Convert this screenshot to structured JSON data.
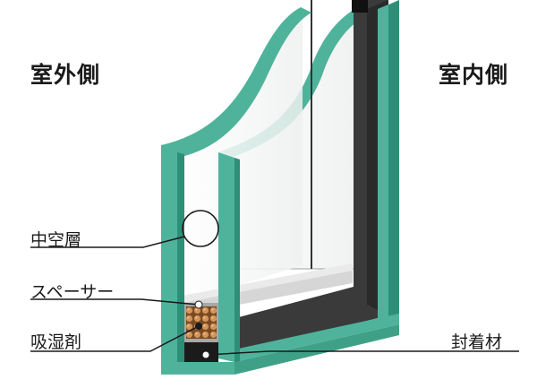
{
  "labels": {
    "outdoor_side": "室外側",
    "indoor_side": "室内側",
    "air_layer": "中空層",
    "spacer": "スペーサー",
    "desiccant": "吸湿剤",
    "sealant": "封着材"
  },
  "colors": {
    "glass_edge": "#4fb39c",
    "glass_edge_dark": "#2e8f78",
    "glass_face": "#f4f7f6",
    "frame_dark": "#3a3a3a",
    "frame_black": "#1b1b1b",
    "spacer_gray": "#cfcfcf",
    "desiccant": "#c98a4e",
    "leader_line": "#1a1a1a"
  }
}
